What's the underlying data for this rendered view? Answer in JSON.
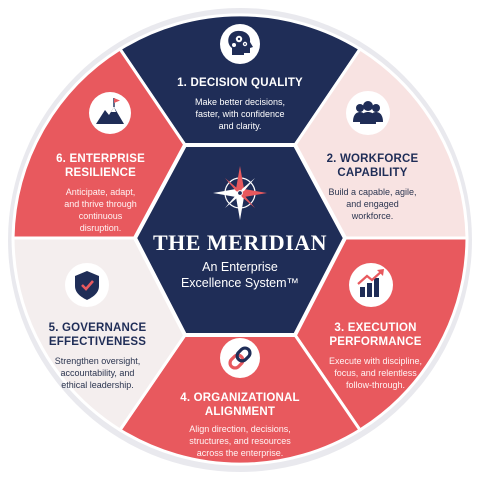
{
  "colors": {
    "navy": "#1f2d57",
    "coral": "#e8595e",
    "light_pink": "#f8e3e2",
    "very_light": "#f4eeee",
    "white": "#ffffff"
  },
  "center": {
    "title": "THE MERIDIAN",
    "subtitle_line1": "An Enterprise",
    "subtitle_line2": "Excellence System™",
    "icon": "compass-rose-icon"
  },
  "segments": [
    {
      "id": "decision-quality",
      "title_line1": "1. DECISION QUALITY",
      "desc_line1": "Make better decisions,",
      "desc_line2": "faster, with confidence",
      "desc_line3": "and clarity.",
      "icon": "head-gears-icon"
    },
    {
      "id": "workforce-capability",
      "title_line1": "2. WORKFORCE",
      "title_line2": "CAPABILITY",
      "desc_line1": "Build a capable, agile,",
      "desc_line2": "and engaged",
      "desc_line3": "workforce.",
      "icon": "people-group-icon"
    },
    {
      "id": "execution-performance",
      "title_line1": "3. EXECUTION",
      "title_line2": "PERFORMANCE",
      "desc_line1": "Execute with discipline,",
      "desc_line2": "focus, and relentless",
      "desc_line3": "follow-through.",
      "icon": "growth-chart-icon"
    },
    {
      "id": "organizational-alignment",
      "title_line1": "4. ORGANIZATIONAL",
      "title_line2": "ALIGNMENT",
      "desc_line1": "Align direction, decisions,",
      "desc_line2": "structures, and resources",
      "desc_line3": "across the enterprise.",
      "icon": "chain-link-icon"
    },
    {
      "id": "governance-effectiveness",
      "title_line1": "5. GOVERNANCE",
      "title_line2": "EFFECTIVENESS",
      "desc_line1": "Strengthen oversight,",
      "desc_line2": "accountability, and",
      "desc_line3": "ethical leadership.",
      "icon": "shield-check-icon"
    },
    {
      "id": "enterprise-resilience",
      "title_line1": "6. ENTERPRISE",
      "title_line2": "RESILIENCE",
      "desc_line1": "Anticipate, adapt,",
      "desc_line2": "and thrive through",
      "desc_line3": "continuous",
      "desc_line4": "disruption.",
      "icon": "mountain-flag-icon"
    }
  ]
}
